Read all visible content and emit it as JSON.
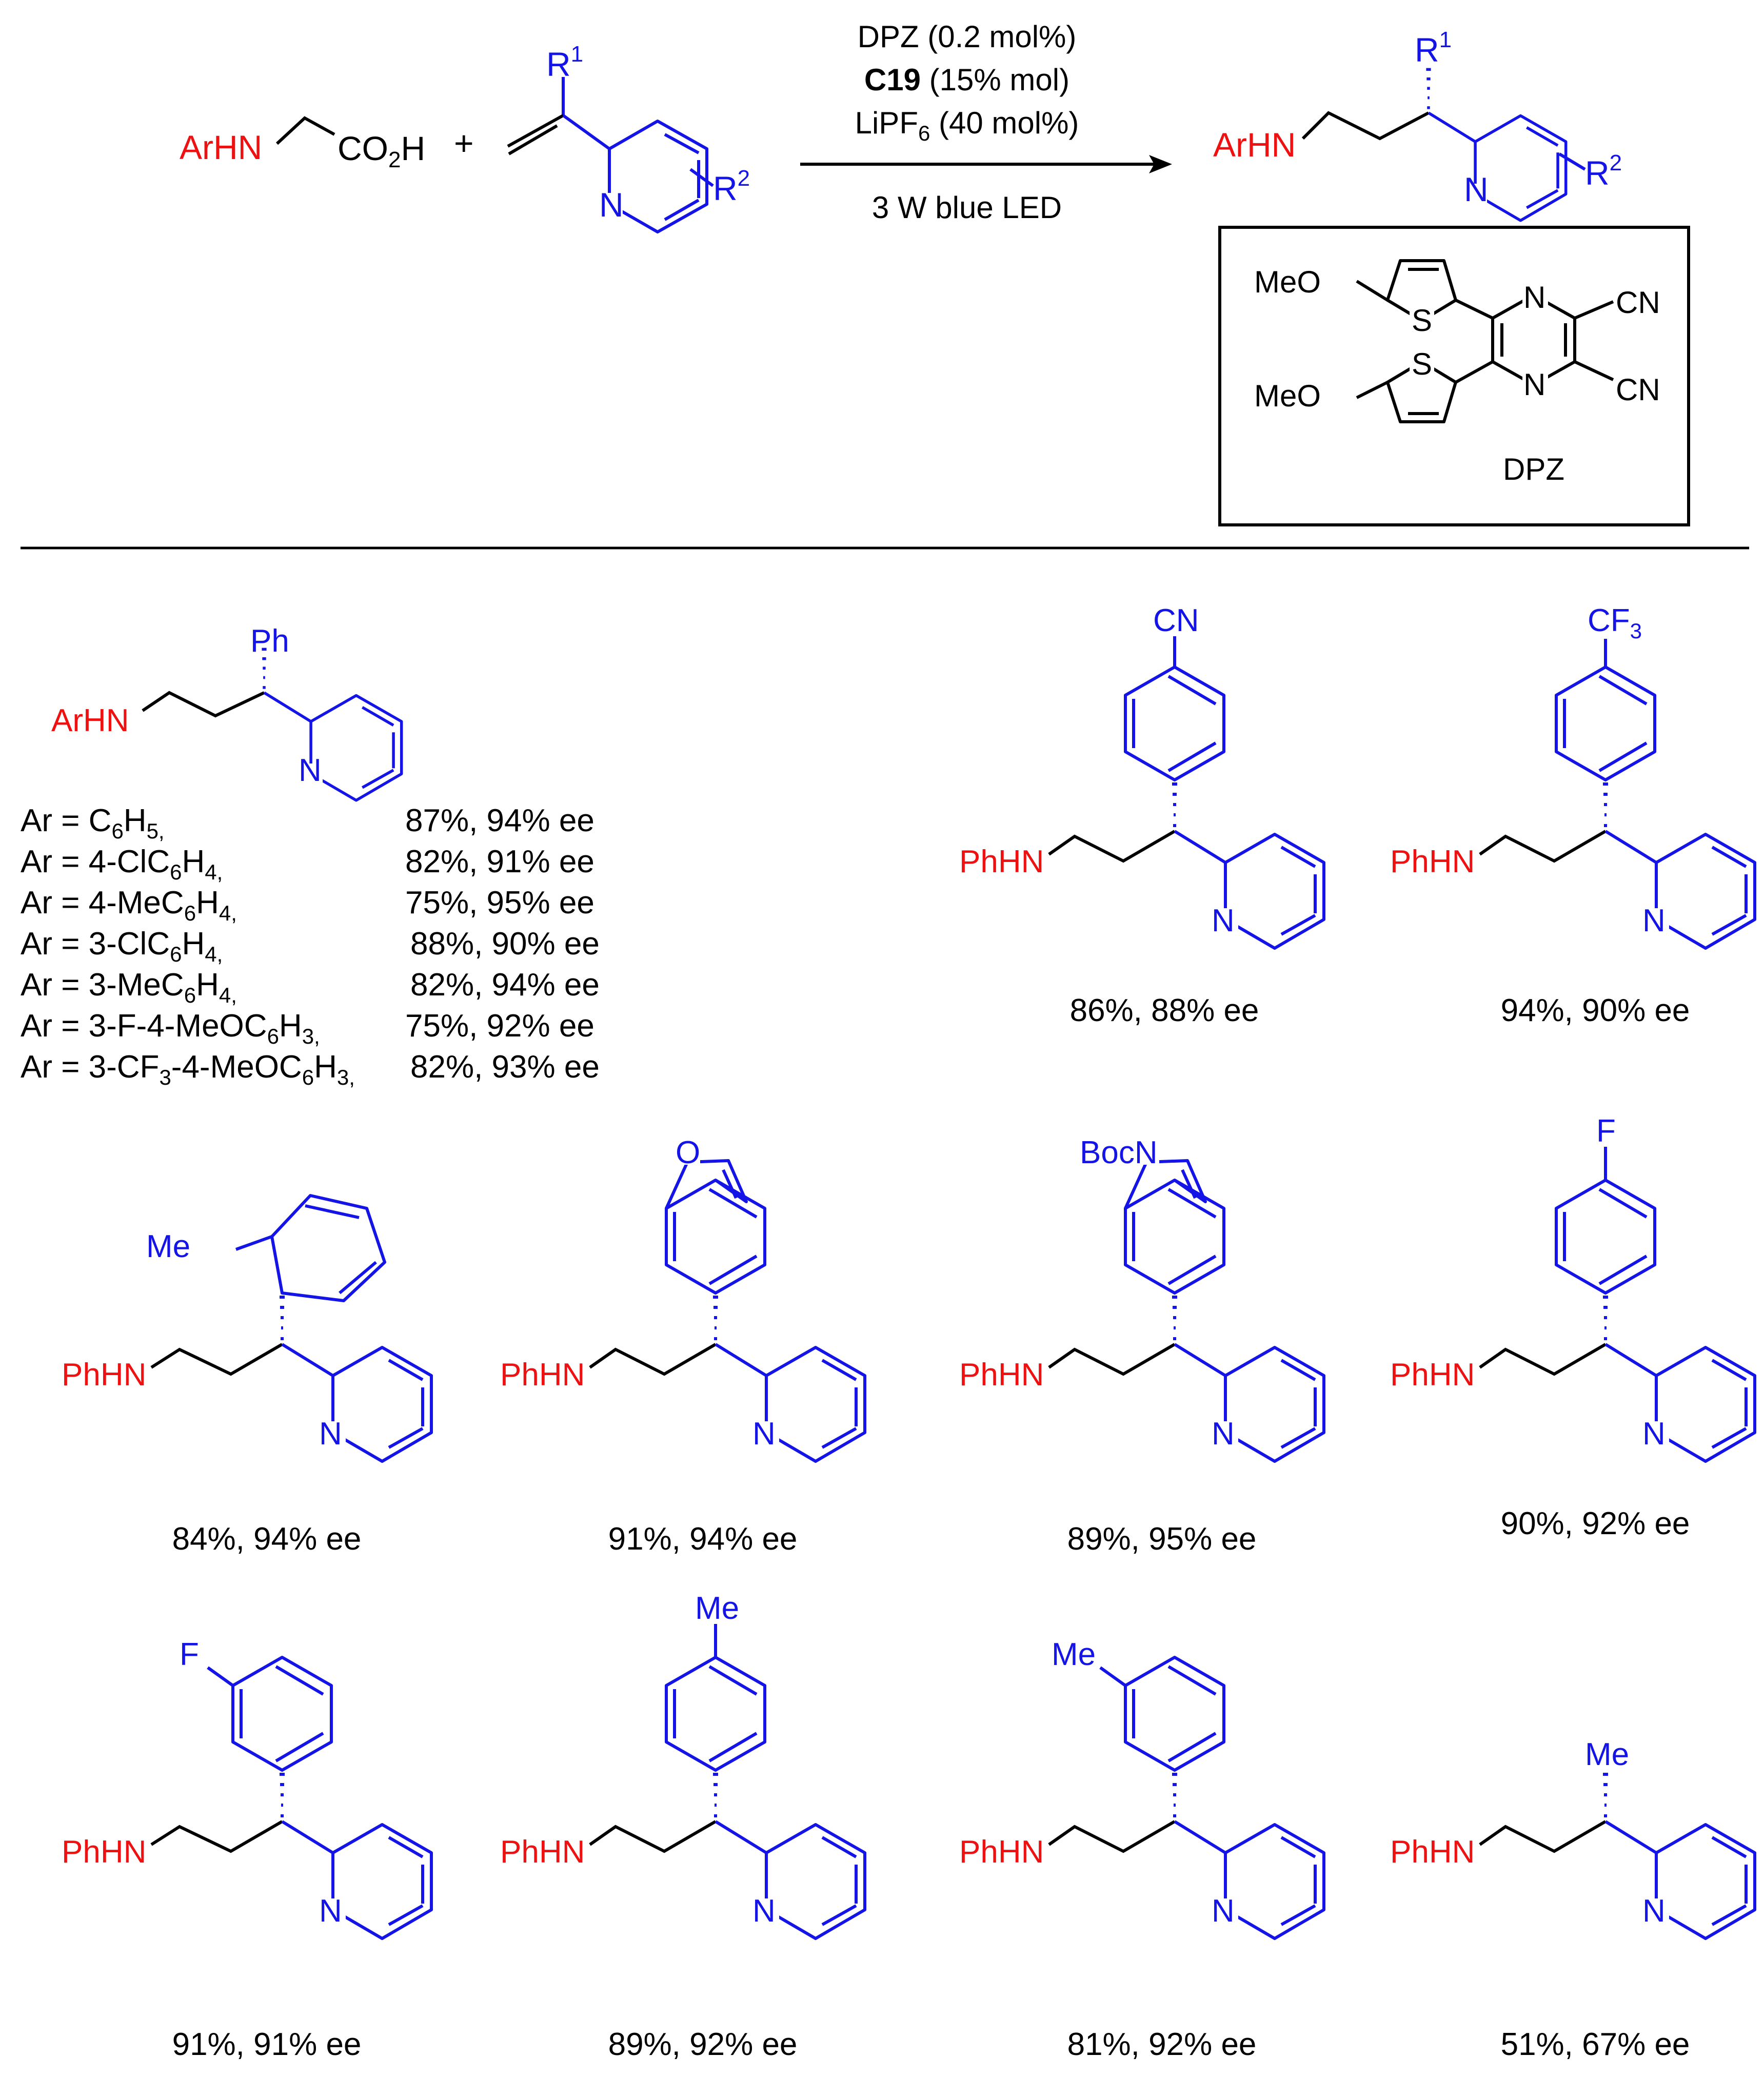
{
  "colors": {
    "black": "#000000",
    "red": "#ee1111",
    "blue": "#1414e6"
  },
  "scheme": {
    "reagent1": {
      "amine": "ArHN",
      "acid": "CO",
      "acid_sub": "2",
      "acid_tail": "H"
    },
    "plus": "+",
    "reagent2": {
      "n": "N",
      "r1": "R",
      "r1_sup": "1",
      "r2": "R",
      "r2_sup": "2"
    },
    "conditions": {
      "line1": "DPZ (0.2 mol%)",
      "line2_bold": "C19",
      "line2_rest": " (15% mol)",
      "line3_a": "LiPF",
      "line3_sub": "6",
      "line3_b": " (40 mol%)",
      "below": "3 W blue LED"
    },
    "product": {
      "amine": "ArHN",
      "n": "N",
      "r1": "R",
      "r1_sup": "1",
      "r2": "R",
      "r2_sup": "2"
    },
    "dpz": {
      "meo_top": "MeO",
      "meo_bottom": "MeO",
      "s": "S",
      "n": "N",
      "cn": "CN",
      "name": "DPZ"
    }
  },
  "first": {
    "amine": "ArHN",
    "ph": "Ph",
    "n": "N",
    "table": [
      {
        "pre": "Ar = C",
        "sub": "6",
        "mid": "H",
        "sub2": "5,",
        "post": "",
        "yield": "87%, 94% ee"
      },
      {
        "pre": "Ar = 4-ClC",
        "sub": "6",
        "mid": "H",
        "sub2": "4,",
        "post": "",
        "yield": "82%, 91% ee"
      },
      {
        "pre": "Ar = 4-MeC",
        "sub": "6",
        "mid": "H",
        "sub2": "4,",
        "post": "",
        "yield": "75%, 95% ee"
      },
      {
        "pre": "Ar = 3-ClC",
        "sub": "6",
        "mid": "H",
        "sub2": "4,",
        "post": "",
        "yield": "88%, 90% ee"
      },
      {
        "pre": "Ar = 3-MeC",
        "sub": "6",
        "mid": "H",
        "sub2": "4,",
        "post": "",
        "yield": "82%, 94% ee"
      },
      {
        "pre": "Ar = 3-F-4-MeOC",
        "sub": "6",
        "mid": "H",
        "sub2": "3,",
        "post": "",
        "yield": "75%, 92% ee"
      },
      {
        "pre": "Ar = 3-CF",
        "sub": "3",
        "mid": "-4-MeOC",
        "sub2": "6",
        "post": "H",
        "sub3": "3,",
        "yield": "82%, 93% ee"
      }
    ]
  },
  "compounds": [
    {
      "id": "cn",
      "amine": "PhHN",
      "n": "N",
      "sub_main": "CN",
      "yield": "86%, 88% ee"
    },
    {
      "id": "cf3",
      "amine": "PhHN",
      "n": "N",
      "sub_main": "CF",
      "sub_sub": "3",
      "yield": "94%, 90% ee"
    },
    {
      "id": "o-tol",
      "amine": "PhHN",
      "n": "N",
      "sub_main": "Me",
      "yield": "84%, 94% ee"
    },
    {
      "id": "benzofuran",
      "amine": "PhHN",
      "n": "N",
      "sub_main": "O",
      "yield": "91%, 94% ee"
    },
    {
      "id": "indole",
      "amine": "PhHN",
      "n": "N",
      "sub_main": "BocN",
      "yield": "89%, 95% ee"
    },
    {
      "id": "p-f",
      "amine": "PhHN",
      "n": "N",
      "sub_main": "F",
      "yield": "90%, 92% ee"
    },
    {
      "id": "m-f",
      "amine": "PhHN",
      "n": "N",
      "sub_main": "F",
      "yield": "91%, 91% ee"
    },
    {
      "id": "p-me",
      "amine": "PhHN",
      "n": "N",
      "sub_main": "Me",
      "yield": "89%, 92% ee"
    },
    {
      "id": "m-me",
      "amine": "PhHN",
      "n": "N",
      "sub_main": "Me",
      "yield": "81%, 92% ee"
    },
    {
      "id": "me",
      "amine": "PhHN",
      "n": "N",
      "sub_main": "Me",
      "yield": "51%, 67% ee"
    }
  ]
}
